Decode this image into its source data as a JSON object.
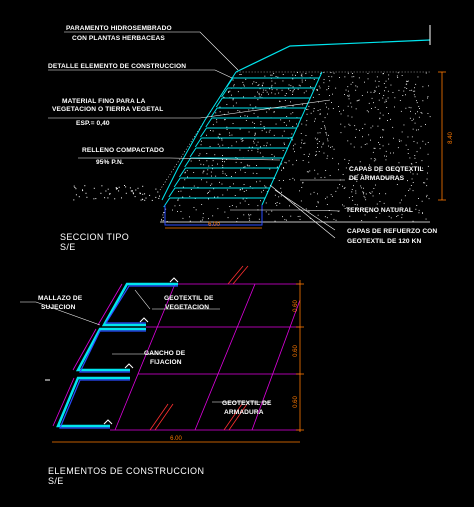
{
  "section1": {
    "labels": {
      "l1a": "PARAMENTO HIDROSEMBRADO",
      "l1b": "CON PLANTAS HERBACEAS",
      "l2": "DETALLE ELEMENTO DE CONSTRUCCION",
      "l3a": "MATERIAL FINO PARA LA",
      "l3b": "VEGETACION O TIERRA VEGETAL",
      "l3c": "ESP.= 0,40",
      "l4a": "RELLENO COMPACTADO",
      "l4b": "95% P.N.",
      "r1a": "CAPAS DE GEOTEXTIL",
      "r1b": "DE ARMADURAS",
      "r2": "TERRENO NATURAL",
      "r3a": "CAPAS DE REFUERZO CON",
      "r3b": "GEOTEXTIL DE 120 KN"
    },
    "dims": {
      "vertical": "8.40",
      "horizontal": "6.00"
    },
    "title": {
      "line1": "SECCION TIPO",
      "line2": "S/E"
    }
  },
  "section2": {
    "labels": {
      "a1a": "MALLAZO DE",
      "a1b": "SUJECION",
      "a2a": "GEOTEXTIL DE",
      "a2b": "VEGETACION",
      "a3a": "GANCHO DE",
      "a3b": "FIJACION",
      "a4a": "GEOTEXTIL DE",
      "a4b": "ARMADURA"
    },
    "dims": {
      "v1": "0.60",
      "v2": "0.60",
      "v3": "0.60",
      "horizontal": "6.00"
    },
    "title": {
      "line1": "ELEMENTOS DE CONSTRUCCION",
      "line2": "S/E"
    }
  },
  "colors": {
    "background": "#000000",
    "cyan": "#00e5ee",
    "magenta": "#e000e0",
    "orange": "#ff7a00",
    "white": "#ffffff",
    "blue": "#2a4bff"
  }
}
